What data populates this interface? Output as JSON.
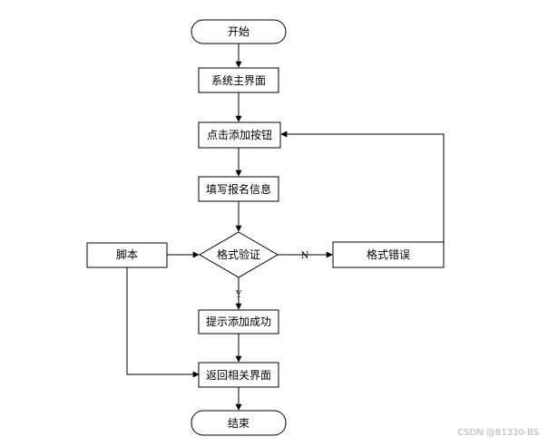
{
  "flowchart": {
    "start": "开始",
    "main_ui": "系统主界面",
    "click_add": "点击添加按钮",
    "fill_info": "填写报名信息",
    "format_check": "格式验证",
    "format_error": "格式错误",
    "script": "脚本",
    "success": "提示添加成功",
    "return_page": "返回相关界面",
    "end": "结束",
    "label_no": "N",
    "label_yes": "Y"
  },
  "watermark": "CSDN @81330-BS"
}
